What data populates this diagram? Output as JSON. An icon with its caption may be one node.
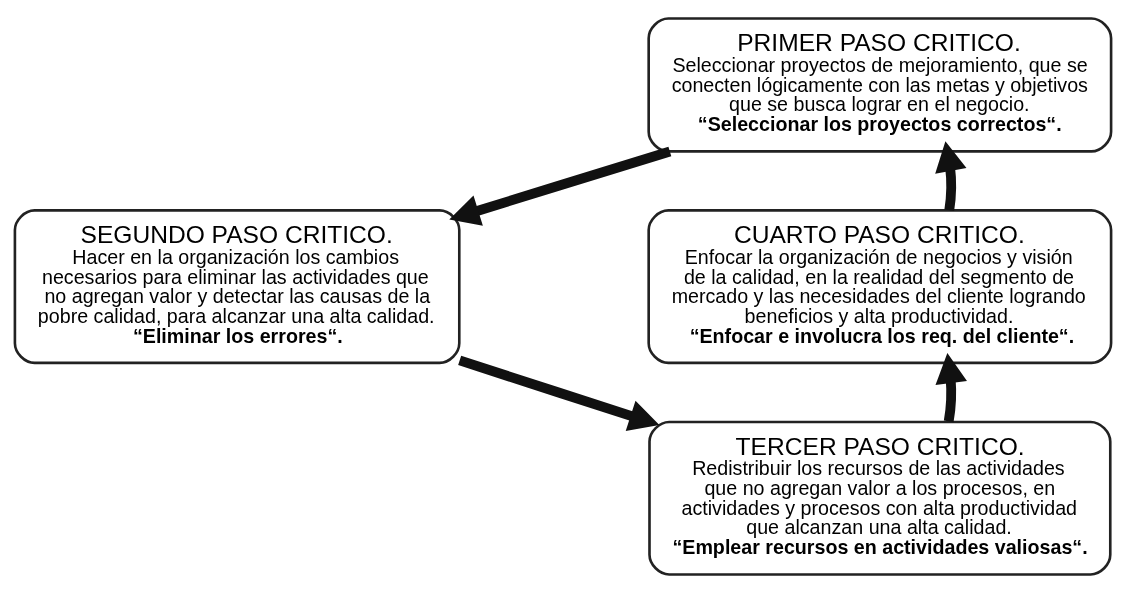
{
  "diagram": {
    "nodes": [
      {
        "text": [
          "PRIMER PASO CRITICO.",
          "Seleccionar proyectos de mejoramiento, que se conecten lógicamente con las metas y objetivos que se busca lograr en el negocio.",
          "“Seleccionar los proyectos correctos“."
        ]
      },
      {
        "text": [
          "SEGUNDO PASO CRITICO.",
          "Hacer en la organización los cambios necesarios para eliminar las actividades que no agregan valor y detectar las causas de la pobre calidad, para alcanzar una alta calidad.",
          "“Eliminar los errores“."
        ]
      },
      {
        "text": [
          "TERCER PASO CRITICO.",
          "Redistribuir los recursos de las actividades que no agregan valor a los procesos, en actividades y procesos con alta productividad que alcanzan una alta calidad.",
          "“Emplear recursos en actividades valiosas“."
        ]
      },
      {
        "text": [
          "CUARTO PASO CRITICO.",
          "Enfocar la organización de negocios y visión de la calidad, en la realidad del segmento de mercado y las necesidades del cliente logrando beneficios y alta productividad.",
          "“Enfocar e involucra los req. del cliente“."
        ]
      }
    ],
    "edges": [
      {
        "from": 0,
        "to": 1,
        "arrow": "to"
      },
      {
        "from": 1,
        "to": 2,
        "arrow": "to"
      },
      {
        "from": 2,
        "to": 3,
        "arrow": "to"
      },
      {
        "from": 3,
        "to": 0,
        "arrow": "to"
      }
    ]
  }
}
